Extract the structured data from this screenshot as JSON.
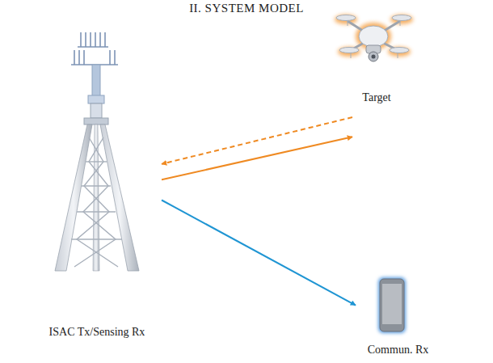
{
  "diagram": {
    "title": "II. SYSTEM MODEL",
    "nodes": [
      {
        "text": [
          "ISAC Tx/Sensing Rx"
        ]
      },
      {
        "text": [
          "Target"
        ]
      },
      {
        "text": [
          "Commun. Rx"
        ]
      }
    ],
    "edges": [
      {
        "from": 0,
        "to": 1,
        "arrow": "to"
      },
      {
        "from": 1,
        "to": 0,
        "arrow": "to"
      },
      {
        "from": 0,
        "to": 2,
        "arrow": "to"
      }
    ]
  }
}
